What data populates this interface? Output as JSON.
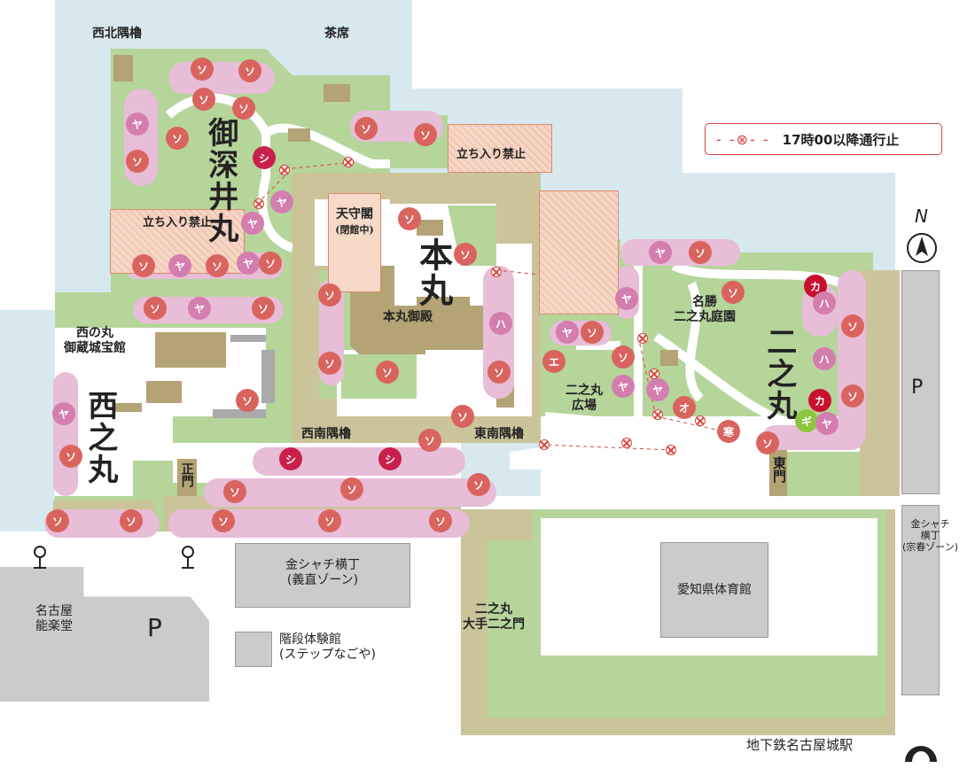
{
  "legend": {
    "label": "17時00以降通行止",
    "icon": "closed-gate-icon"
  },
  "labels": {
    "nw_turret": "西北隅櫓",
    "tea_house": "茶席",
    "ofukei_maru": "御深井丸",
    "restricted_1": "立ち入り禁止",
    "tenshukaku": "天守閣",
    "tenshukaku_status": "(閉館中)",
    "honmaru": "本丸",
    "honmaru_palace": "本丸御殿",
    "restricted_2": "立ち入り禁止",
    "storehouse_1": "西の丸",
    "storehouse_2": "御蔵城宝館",
    "nishinomaru": "西之丸",
    "main_gate": "正門",
    "sw_turret": "西南隅櫓",
    "se_turret": "東南隅櫓",
    "garden_1": "名勝",
    "garden_2": "二之丸庭園",
    "ninomaru": "二之丸",
    "plaza_1": "二之丸",
    "plaza_2": "広場",
    "east_gate": "東門",
    "otemon_1": "二之丸",
    "otemon_2": "大手二之門",
    "kinshachi_1": "金シャチ横丁",
    "kinshachi_2": "(義直ゾーン)",
    "gym": "愛知県体育館",
    "noh_1": "名古屋",
    "noh_2": "能楽堂",
    "parking_1": "P",
    "step_1": "階段体験館",
    "step_2": "(ステップなごや)",
    "kinshachi_r_1": "金シャチ",
    "kinshachi_r_2": "横丁",
    "kinshachi_r_3": "(宗春ゾーン)",
    "parking_2": "P",
    "subway": "地下鉄名古屋城駅",
    "north": "N"
  },
  "colors": {
    "water": "#d7e9ee",
    "green": "#b5d59b",
    "tan": "#cbc49b",
    "building": "#b4a374",
    "path": "#ffffff",
    "blossom": "#e8bdd7",
    "somei": "#d9645f",
    "yama": "#d47eaf",
    "shidare": "#c8204a",
    "kan": "#c8102e",
    "gyoiko": "#8cc63f",
    "restricted": "#f3cdbb",
    "gray": "#cbcbcb",
    "gate": "#d9453b"
  },
  "markers": {
    "labels": [
      "ソ",
      "ソ",
      "ソ",
      "ソ",
      "ヤ",
      "ソ",
      "ソ",
      "シ",
      "ヤ",
      "ヤ",
      "ソ",
      "ヤ",
      "ソ",
      "ヤ",
      "ソ",
      "ソ",
      "ヤ",
      "ソ",
      "ソ",
      "ソ",
      "ソ",
      "ソ",
      "ソ",
      "ソ",
      "ソ",
      "ハ",
      "ソ",
      "ソ",
      "ソ",
      "シ",
      "シ",
      "ソ",
      "ソ",
      "ソ",
      "ソ",
      "ヤ",
      "ソ",
      "ソ",
      "ソ",
      "ソ",
      "ソ",
      "ソ",
      "ヤ",
      "ソ",
      "ヤ",
      "ソ",
      "ヤ",
      "ソ",
      "エ",
      "ソ",
      "ヤ",
      "ヤ",
      "オ",
      "寒",
      "ソ",
      "カ",
      "ハ",
      "ハ",
      "カ",
      "ギ",
      "ヤ",
      "ソ",
      "ソ"
    ],
    "kinds": [
      "somei",
      "somei",
      "somei",
      "somei",
      "yama",
      "somei",
      "somei",
      "shidare",
      "yama",
      "yama",
      "somei",
      "yama",
      "somei",
      "yama",
      "somei",
      "somei",
      "yama",
      "somei",
      "somei",
      "somei",
      "somei",
      "somei",
      "somei",
      "somei",
      "somei",
      "yama",
      "somei",
      "somei",
      "somei",
      "shidare",
      "shidare",
      "somei",
      "somei",
      "somei",
      "somei",
      "yama",
      "somei",
      "somei",
      "somei",
      "somei",
      "somei",
      "somei",
      "yama",
      "somei",
      "yama",
      "somei",
      "yama",
      "somei",
      "somei",
      "somei",
      "yama",
      "yama",
      "somei",
      "somei",
      "somei",
      "kan",
      "yama",
      "yama",
      "kan",
      "gyoiko",
      "yama",
      "somei",
      "somei"
    ]
  }
}
